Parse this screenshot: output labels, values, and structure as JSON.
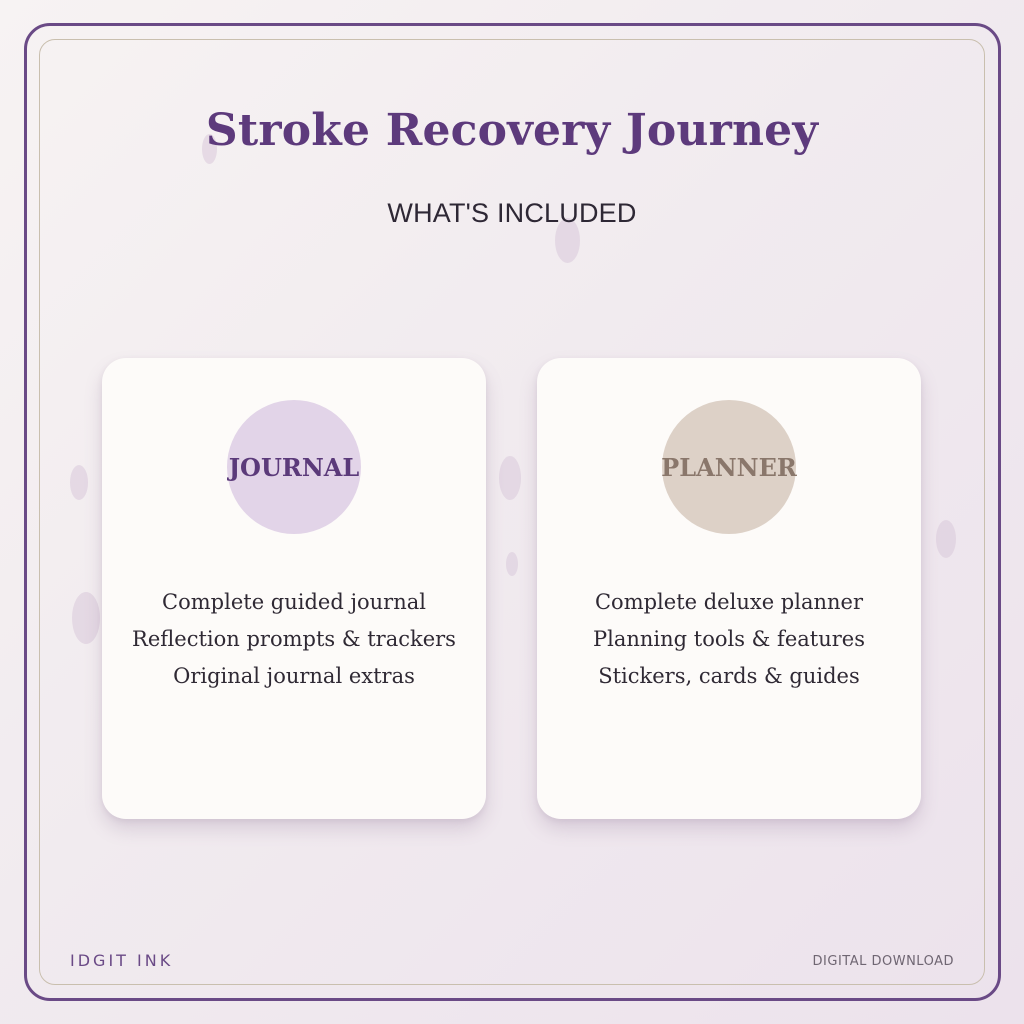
{
  "header": {
    "title": "Stroke Recovery Journey",
    "subtitle": "WHAT'S INCLUDED"
  },
  "cards": [
    {
      "badge": "JOURNAL",
      "badge_color": "#e2d4e8",
      "badge_text_color": "#5b3a7a",
      "features": [
        "Complete guided journal",
        "Reflection prompts & trackers",
        "Original journal extras"
      ]
    },
    {
      "badge": "PLANNER",
      "badge_color": "#ddd1c7",
      "badge_text_color": "#8a776b",
      "features": [
        "Complete deluxe planner",
        "Planning tools & features",
        "Stickers, cards & guides"
      ]
    }
  ],
  "footer": {
    "brand": "IDGIT INK",
    "tag": "DIGITAL DOWNLOAD"
  },
  "colors": {
    "accent": "#6a4a86",
    "frame_inner": "#c9bfae",
    "card_bg": "#fdfbf9"
  }
}
